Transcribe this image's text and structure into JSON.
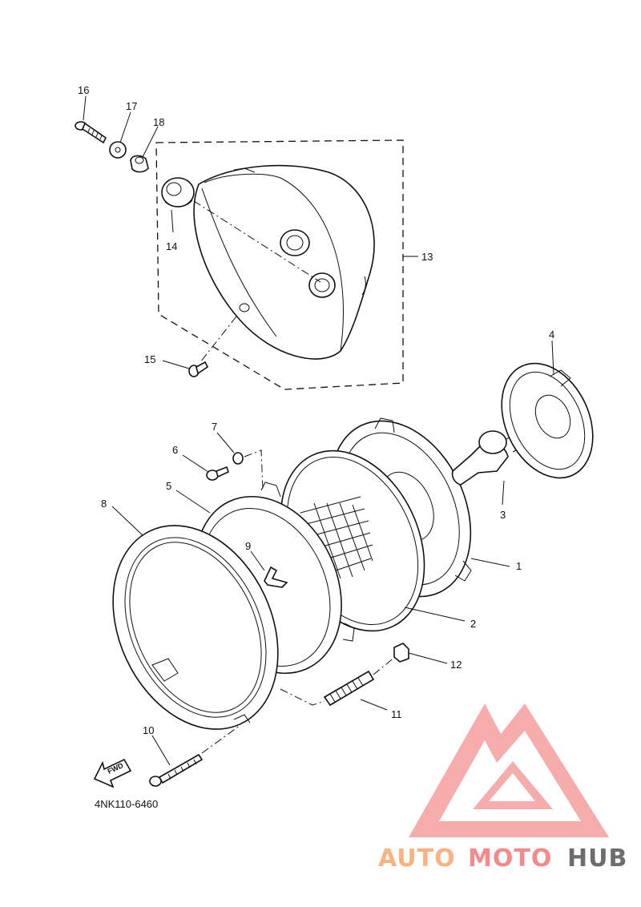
{
  "diagram_code": "4NK110-6460",
  "fwd_label": "FWD",
  "watermark": {
    "part1": "AUTO",
    "part2": "MOTO",
    "part3": "HUB",
    "color_light": "#f9b383",
    "color_mid": "#f58a8a",
    "color_dark": "#6d6d6d",
    "logo_color": "#f7a4a4"
  },
  "callouts": [
    "1",
    "2",
    "3",
    "4",
    "5",
    "6",
    "7",
    "8",
    "9",
    "10",
    "11",
    "12",
    "13",
    "14",
    "15",
    "16",
    "17",
    "18"
  ]
}
